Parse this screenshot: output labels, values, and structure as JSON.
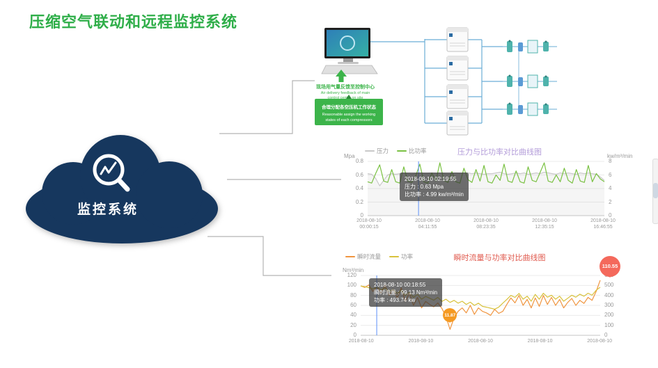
{
  "title": "压缩空气联动和远程监控系统",
  "cloud": {
    "label": "监控系统"
  },
  "diagram": {
    "feedback_cn": "现场用气量反馈至控制中心",
    "feedback_en": [
      "Air delivery feedback of main",
      "control center on site"
    ],
    "assign_cn": "合理分配各空压机工作状态",
    "assign_en": [
      "Reasonable assign the working",
      "states of each compressors"
    ]
  },
  "colors": {
    "title_green": "#2fae49",
    "cloud_navy": "#16375e",
    "chart1_title": "#b39cd9",
    "pressure_line": "#c9c9c9",
    "specific_power_line": "#7ac143",
    "chart2_title": "#e05a4e",
    "flow_line": "#f0953f",
    "power_line": "#d8c23c",
    "badge_red": "#f4695c",
    "badge_orange": "#f59a23",
    "marker_blue": "#5b8ff9"
  },
  "chart_data": [
    {
      "type": "line",
      "title": "压力与比功率对比曲线图",
      "legend": [
        "压力",
        "比功率"
      ],
      "y_left_label": "Mpa",
      "y_right_label": "kw/m³/min",
      "y_left_ticks": [
        "0.8",
        "0.6",
        "0.4",
        "0.2",
        "0"
      ],
      "y_right_ticks": [
        "8",
        "6",
        "4",
        "2",
        "0"
      ],
      "y_left_range": [
        0,
        0.8
      ],
      "y_right_range": [
        0,
        8
      ],
      "x_tick_labels": [
        [
          "2018-08-10",
          "00:00:15"
        ],
        [
          "2018-08-10",
          "04:11:55"
        ],
        [
          "2018-08-10",
          "08:23:35"
        ],
        [
          "2018-08-10",
          "12:35:15"
        ],
        [
          "2018-08-10",
          "16:46:55"
        ]
      ],
      "marker_fraction": 0.215,
      "tooltip": {
        "time": "2018-08-10 02:19:55",
        "rows": [
          "压力 : 0.63 Mpa",
          "比功率 : 4.99 kw/m³/min"
        ]
      },
      "series": [
        {
          "name": "压力",
          "axis": "left",
          "color": "#c9c9c9",
          "values": [
            0.62,
            0.61,
            0.55,
            0.44,
            0.52,
            0.6,
            0.62,
            0.61,
            0.62,
            0.63,
            0.62,
            0.61,
            0.62,
            0.63,
            0.62,
            0.62,
            0.63,
            0.62,
            0.63,
            0.62,
            0.61,
            0.62,
            0.63,
            0.62,
            0.63,
            0.63,
            0.62,
            0.63,
            0.62,
            0.61,
            0.62,
            0.62,
            0.63,
            0.64,
            0.62,
            0.61,
            0.62,
            0.63,
            0.62,
            0.63,
            0.61,
            0.62,
            0.63,
            0.62,
            0.64,
            0.63,
            0.62,
            0.61,
            0.63,
            0.62,
            0.63,
            0.62,
            0.61,
            0.63,
            0.62,
            0.63,
            0.62,
            0.61,
            0.57,
            0.52
          ]
        },
        {
          "name": "比功率",
          "axis": "right",
          "color": "#7ac143",
          "values": [
            5.0,
            4.8,
            6.2,
            7.5,
            5.1,
            4.9,
            6.8,
            5.0,
            4.8,
            7.2,
            5.1,
            4.9,
            5.9,
            7.6,
            5.0,
            4.8,
            6.3,
            5.1,
            7.8,
            5.2,
            4.9,
            6.5,
            5.0,
            4.8,
            7.0,
            5.3,
            4.9,
            6.8,
            5.1,
            7.4,
            5.0,
            4.8,
            6.0,
            5.2,
            7.6,
            5.1,
            4.9,
            6.6,
            5.0,
            4.8,
            7.2,
            5.2,
            5.0,
            6.4,
            7.8,
            5.1,
            4.9,
            6.0,
            5.0,
            7.0,
            5.2,
            4.8,
            6.8,
            5.1,
            4.9,
            7.4,
            5.0,
            6.2,
            5.4,
            5.0
          ]
        }
      ]
    },
    {
      "type": "line",
      "title": "瞬时流量与功率对比曲线图",
      "legend": [
        "瞬时流量",
        "功率"
      ],
      "y_left_label": "Nm³/min",
      "y_left_ticks": [
        "120",
        "100",
        "80",
        "60",
        "40",
        "20",
        "0"
      ],
      "y_right_ticks": [
        "600",
        "500",
        "400",
        "300",
        "200",
        "100",
        "0"
      ],
      "y_left_range": [
        0,
        120
      ],
      "y_right_range": [
        0,
        600
      ],
      "x_tick_labels": [
        [
          "2018-08-10"
        ],
        [
          "2018-08-10"
        ],
        [
          "2018-08-10"
        ],
        [
          "2018-08-10"
        ],
        [
          "2018-08-10"
        ]
      ],
      "marker_fraction": 0.067,
      "tooltip": {
        "time": "2018-08-10 00:18:55",
        "rows": [
          "瞬时流量 : 99.13 Nm³/min",
          "功率 : 493.74 kw"
        ]
      },
      "badges": [
        {
          "label": "110.55",
          "value": 110.55,
          "fraction_x": 1.0
        },
        {
          "label": "11.87",
          "value": 11.87,
          "fraction_x": 0.373
        }
      ],
      "series": [
        {
          "name": "瞬时流量",
          "axis": "left",
          "color": "#f0953f",
          "values": [
            99.13,
            96,
            101,
            88,
            97,
            85,
            100,
            80,
            92,
            75,
            95,
            68,
            85,
            60,
            76,
            55,
            68,
            62,
            57,
            65,
            54,
            38,
            11.87,
            35,
            48,
            55,
            45,
            60,
            42,
            55,
            48,
            45,
            40,
            52,
            44,
            48,
            62,
            75,
            65,
            80,
            60,
            72,
            55,
            75,
            58,
            80,
            62,
            76,
            60,
            72,
            55,
            66,
            74,
            60,
            70,
            64,
            76,
            70,
            88,
            110.55
          ]
        },
        {
          "name": "功率",
          "axis": "right",
          "color": "#d8c23c",
          "values": [
            493.74,
            488,
            478,
            465,
            482,
            458,
            472,
            440,
            460,
            420,
            452,
            400,
            432,
            380,
            410,
            362,
            390,
            372,
            352,
            380,
            340,
            362,
            330,
            350,
            322,
            342,
            310,
            332,
            300,
            322,
            290,
            282,
            272,
            262,
            282,
            322,
            360,
            400,
            380,
            420,
            362,
            392,
            342,
            410,
            362,
            422,
            382,
            402,
            362,
            392,
            342,
            372,
            402,
            382,
            412,
            392,
            422,
            402,
            452,
            482
          ]
        }
      ]
    }
  ]
}
